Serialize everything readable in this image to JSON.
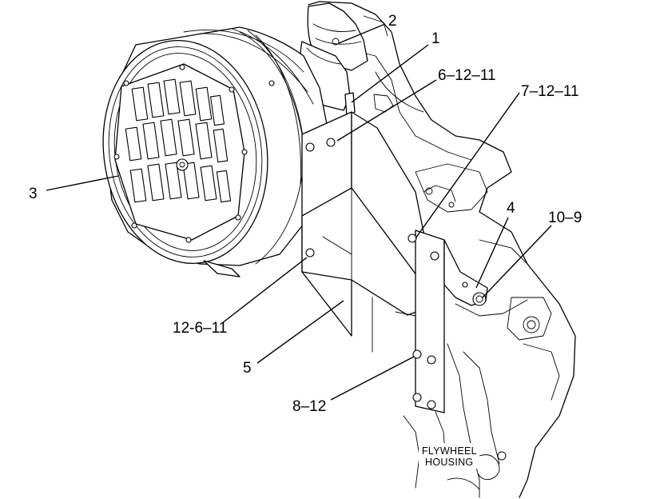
{
  "callouts": {
    "c1": "1",
    "c2": "2",
    "c3": "3",
    "c4": "4",
    "c5": "5",
    "c6_12_11": "6–12–11",
    "c7_12_11": "7–12–11",
    "c10_9": "10–9",
    "c12_6_11": "12-6–11",
    "c8_12": "8–12"
  },
  "housing_label": {
    "line1": "FLYWHEEL",
    "line2": "HOUSING"
  },
  "colors": {
    "line": "#000000",
    "background": "#ffffff"
  }
}
